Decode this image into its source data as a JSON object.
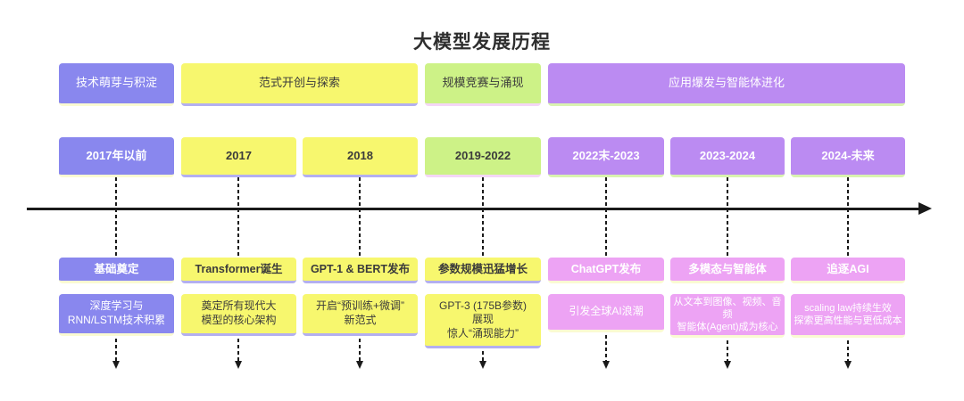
{
  "title": "大模型发展历程",
  "colors": {
    "purple": "#8987ee",
    "yellow": "#f7f76e",
    "green": "#cdf287",
    "violet": "#bb8bf2",
    "pink": "#eda3f4",
    "timeline": "#1a1a1a",
    "text_dark": "#3b3b3b",
    "text_light": "#ffffff"
  },
  "icons": {
    "timeline_head": "arrow-right",
    "flow_arrow": "arrow-down"
  },
  "phases": [
    {
      "label": "技术萌芽与积淀"
    },
    {
      "label": "范式开创与探索"
    },
    {
      "label": "规模竞赛与涌现"
    },
    {
      "label": "应用爆发与智能体进化"
    }
  ],
  "columns": [
    {
      "year": "2017年以前",
      "event": "基础奠定",
      "desc": "深度学习与\nRNN/LSTM技术积累"
    },
    {
      "year": "2017",
      "event": "Transformer诞生",
      "desc": "奠定所有现代大\n模型的核心架构"
    },
    {
      "year": "2018",
      "event": "GPT-1 & BERT发布",
      "desc": "开启“预训练+微调”\n新范式"
    },
    {
      "year": "2019-2022",
      "event": "参数规模迅猛增长",
      "desc": "GPT-3 (175B参数)\n展现\n惊人“涌现能力”"
    },
    {
      "year": "2022末-2023",
      "event": "ChatGPT发布",
      "desc": "引发全球AI浪潮"
    },
    {
      "year": "2023-2024",
      "event": "多模态与智能体",
      "desc": "从文本到图像、视频、音频\n智能体(Agent)成为核心"
    },
    {
      "year": "2024-未来",
      "event": "追逐AGI",
      "desc": "scaling law持续生效\n探索更高性能与更低成本"
    }
  ]
}
